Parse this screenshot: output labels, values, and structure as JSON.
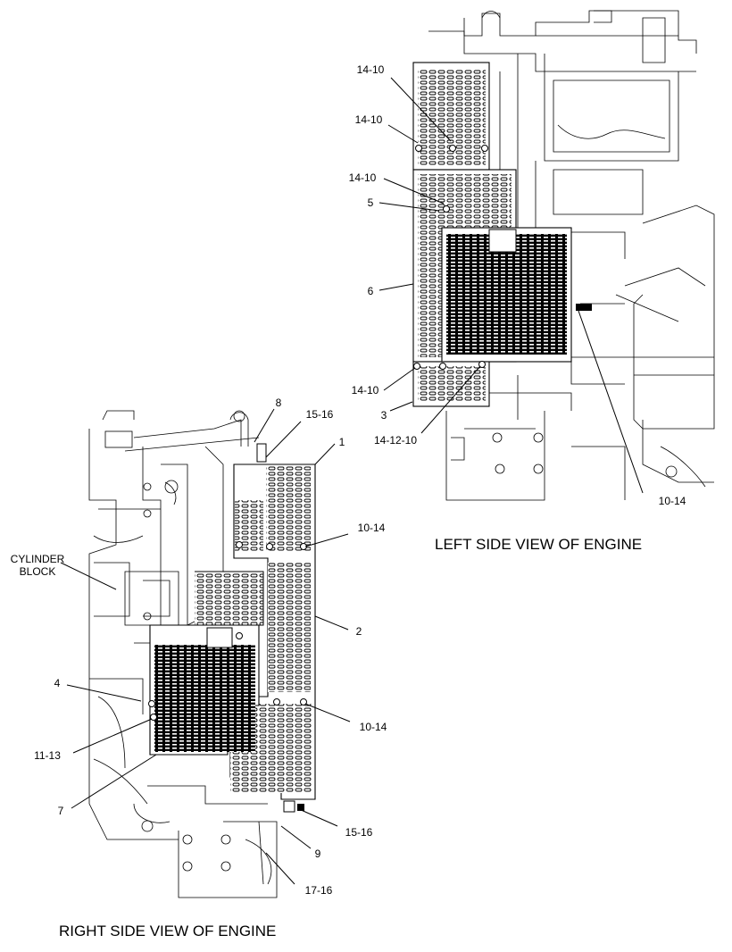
{
  "captions": {
    "left_view": "LEFT SIDE VIEW OF ENGINE",
    "right_view": "RIGHT SIDE VIEW OF ENGINE"
  },
  "callouts": {
    "upper": {
      "c1": "14-10",
      "c2": "14-10",
      "c3": "14-10",
      "c4": "5",
      "c5": "6",
      "c6": "14-10",
      "c7": "3",
      "c8": "14-12-10",
      "c9": "10-14"
    },
    "lower": {
      "c1": "8",
      "c2": "15-16",
      "c3": "1",
      "c4": "10-14",
      "c5": "CYLINDER",
      "c6": "BLOCK",
      "c7": "2",
      "c8": "4",
      "c9": "10-14",
      "c10": "11-13",
      "c11": "7",
      "c12": "15-16",
      "c13": "9",
      "c14": "17-16"
    }
  }
}
